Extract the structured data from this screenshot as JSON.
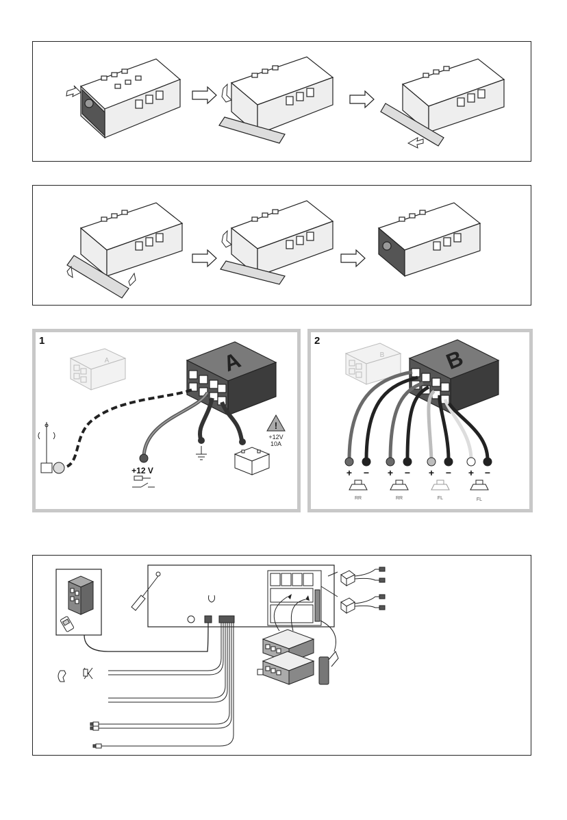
{
  "wiring_a": {
    "number": "1",
    "connector_letter": "A",
    "small_connector_letter": "A",
    "voltage_label": "+12 V",
    "fuse_label_line1": "+12V",
    "fuse_label_line2": "10A"
  },
  "wiring_b": {
    "number": "2",
    "connector_letter": "B",
    "small_connector_letter": "B",
    "speakers": [
      {
        "label": "RR"
      },
      {
        "label": "RR"
      },
      {
        "label": "FL"
      },
      {
        "label": "FL"
      }
    ]
  },
  "colors": {
    "line": "#222222",
    "gray_panel": "#c8c8c8",
    "box_top": "#7a7a7a",
    "box_front": "#3c3c3c",
    "wire_red": "#6a6a6a",
    "wire_light": "#bdbdbd"
  }
}
